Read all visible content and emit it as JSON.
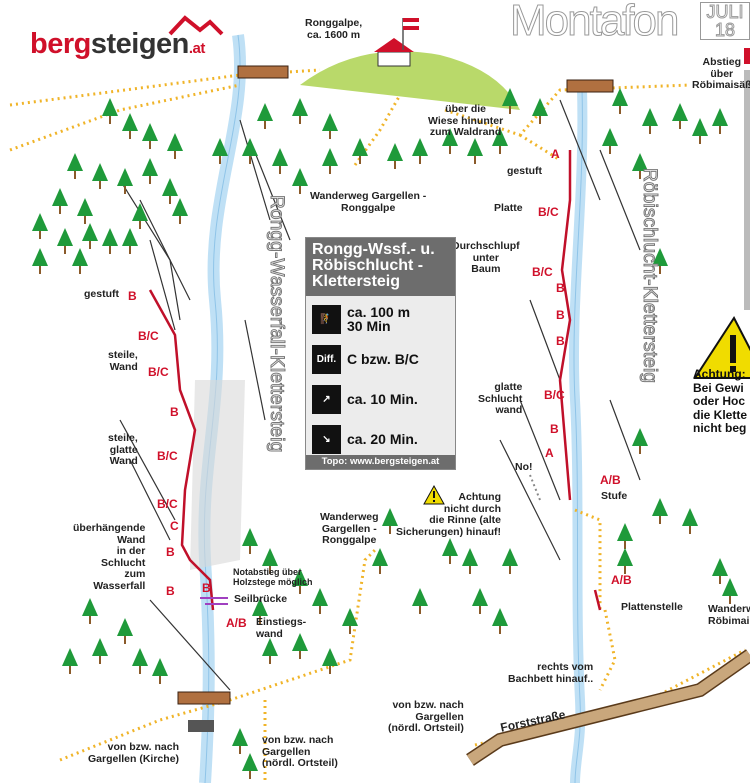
{
  "logo": {
    "part1": "berg",
    "part2": "steigen",
    "tld": ".at"
  },
  "watermark": {
    "text": "Montafon",
    "badge": "JULI 18"
  },
  "summit": {
    "name": "Ronggalpe,",
    "altitude": "ca. 1600 m"
  },
  "labels": {
    "abstieg": [
      "Abstieg",
      "über",
      "Röbimaisäß"
    ],
    "wiese": [
      "über die",
      "Wiese hinunter",
      "zum Waldrand"
    ],
    "wanderweg_top": [
      "Wanderweg Gargellen -",
      "Ronggalpe"
    ],
    "wanderweg_mid": [
      "Wanderweg",
      "Gargellen -",
      "Ronggalpe"
    ],
    "route_left": "Rongg-Wasserfall-Klettersteig",
    "route_right": "Röbischlucht-Klettersteig",
    "gestuft_left": "gestuft",
    "steile_wand": [
      "steile,",
      "Wand"
    ],
    "steile_glatte_wand": [
      "steile,",
      "glatte",
      "Wand"
    ],
    "ueberhaengend": [
      "überhängende",
      "Wand",
      "in der",
      "Schlucht",
      "zum",
      "Wasserfall"
    ],
    "notabstieg": [
      "Notabstieg über",
      "Holzstege möglich"
    ],
    "seilbruecke": "Seilbrücke",
    "einstieg": [
      "Einstiegs-",
      "wand"
    ],
    "gestuft_right": "gestuft",
    "platte": "Platte",
    "durchschlupf": [
      "Durchschlupf",
      "unter",
      "Baum"
    ],
    "glatte_schlucht": [
      "glatte",
      "Schlucht",
      "wand"
    ],
    "no": "No!",
    "achtung_rinne": [
      "Achtung",
      "nicht durch",
      "die Rinne (alte",
      "Sicherungen) hinauf!"
    ],
    "stufe": "Stufe",
    "plattenstelle": "Plattenstelle",
    "wanderweg_roebi": [
      "Wanderw",
      "Röbimai"
    ],
    "bachbett": [
      "rechts vom",
      "Bachbett hinauf.."
    ],
    "forststrasse": "Forststraße",
    "gargellen_nord_right": [
      "von bzw. nach",
      "Gargellen",
      "(nördl. Ortsteil)"
    ],
    "gargellen_kirche": [
      "von bzw. nach",
      "Gargellen (Kirche)"
    ],
    "gargellen_nord_left": [
      "von bzw. nach",
      "Gargellen",
      "(nördl. Ortsteil)"
    ]
  },
  "grades_left": [
    "B",
    "B/C",
    "B/C",
    "B",
    "B/C",
    "B/C",
    "C",
    "B",
    "B",
    "B",
    "A/B"
  ],
  "grades_right": [
    "A",
    "B/C",
    "B/C",
    "B",
    "B",
    "B",
    "B/C",
    "B",
    "A",
    "A/B",
    "A/B"
  ],
  "info_box": {
    "title": [
      "Rongg-Wssf.- u.",
      "Röbischlucht -",
      "Klettersteig"
    ],
    "length": [
      "ca. 100 m",
      "30 Min"
    ],
    "diff_icon": "Diff.",
    "difficulty": "C bzw. B/C",
    "approach": "ca. 10 Min.",
    "descent": "ca. 20 Min.",
    "footer": "Topo: www.bergsteigen.at"
  },
  "warning_right": [
    "Achtung:",
    "Bei Gewi",
    "oder Hoc",
    "die Klette",
    "nicht beg"
  ],
  "colors": {
    "route": "#c0102a",
    "path": "#f0b429",
    "water": "#bfe0f5",
    "tree": "#1f9a3a",
    "road": "#b8916a"
  }
}
